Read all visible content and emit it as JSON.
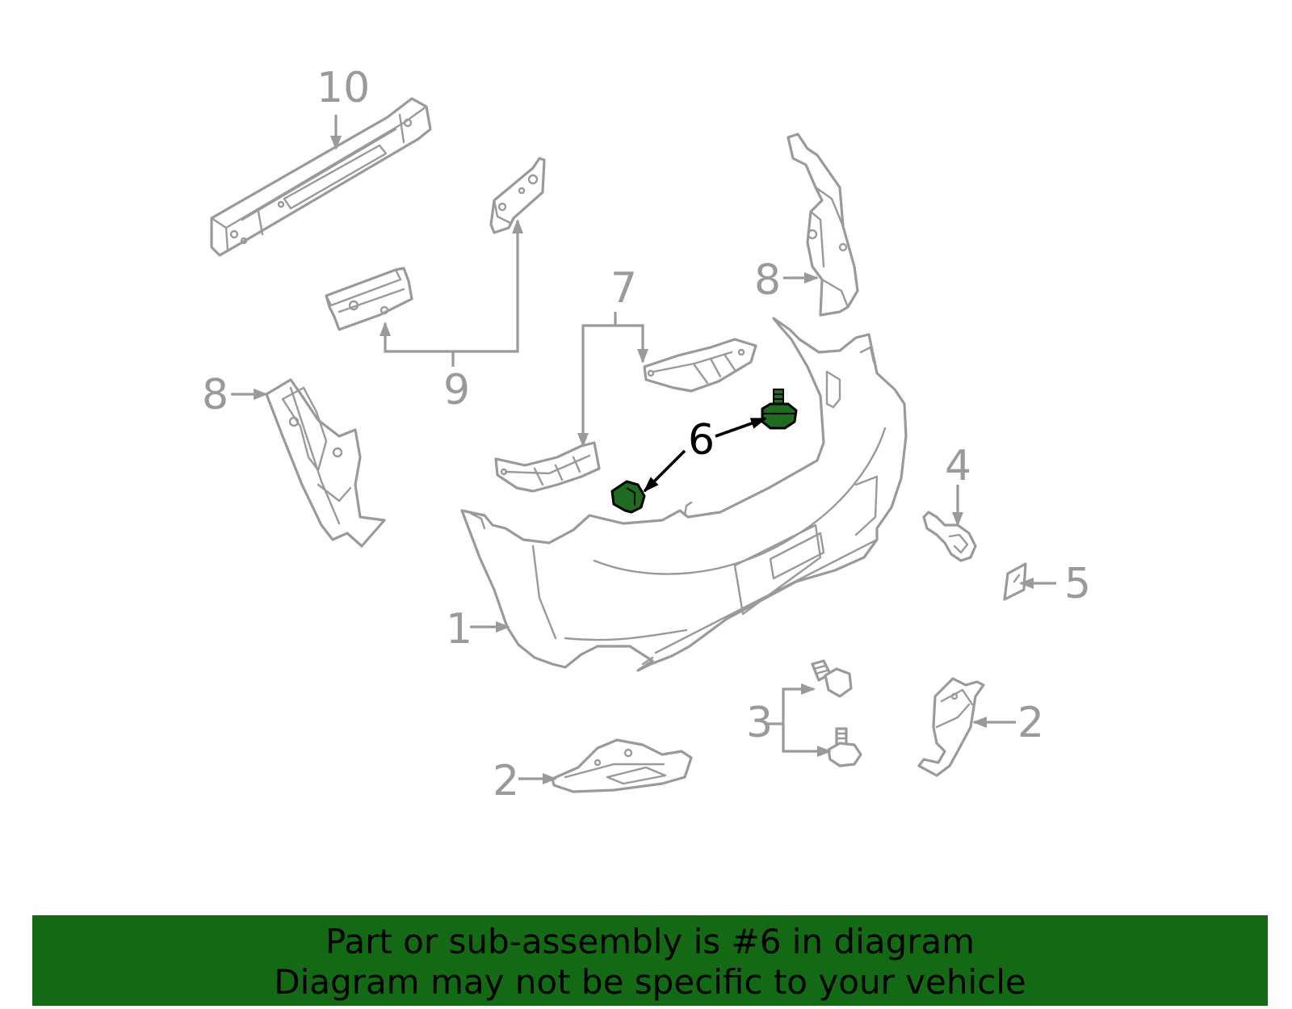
{
  "diagram": {
    "callouts": [
      {
        "id": "c10",
        "label": "10",
        "highlighted": false
      },
      {
        "id": "c9",
        "label": "9",
        "highlighted": false
      },
      {
        "id": "c8a",
        "label": "8",
        "highlighted": false
      },
      {
        "id": "c8b",
        "label": "8",
        "highlighted": false
      },
      {
        "id": "c7",
        "label": "7",
        "highlighted": false
      },
      {
        "id": "c6",
        "label": "6",
        "highlighted": true
      },
      {
        "id": "c5",
        "label": "5",
        "highlighted": false
      },
      {
        "id": "c4",
        "label": "4",
        "highlighted": false
      },
      {
        "id": "c3",
        "label": "3",
        "highlighted": false
      },
      {
        "id": "c2a",
        "label": "2",
        "highlighted": false
      },
      {
        "id": "c2b",
        "label": "2",
        "highlighted": false
      },
      {
        "id": "c1",
        "label": "1",
        "highlighted": false
      }
    ],
    "colors": {
      "line": "#9a9a9a",
      "highlight_part": "#1f6b1f",
      "highlight_line": "#000000",
      "banner": "#146a14"
    }
  },
  "banner": {
    "line1": "Part or sub-assembly is #6 in diagram",
    "line2": "Diagram may not be specific to your vehicle"
  }
}
